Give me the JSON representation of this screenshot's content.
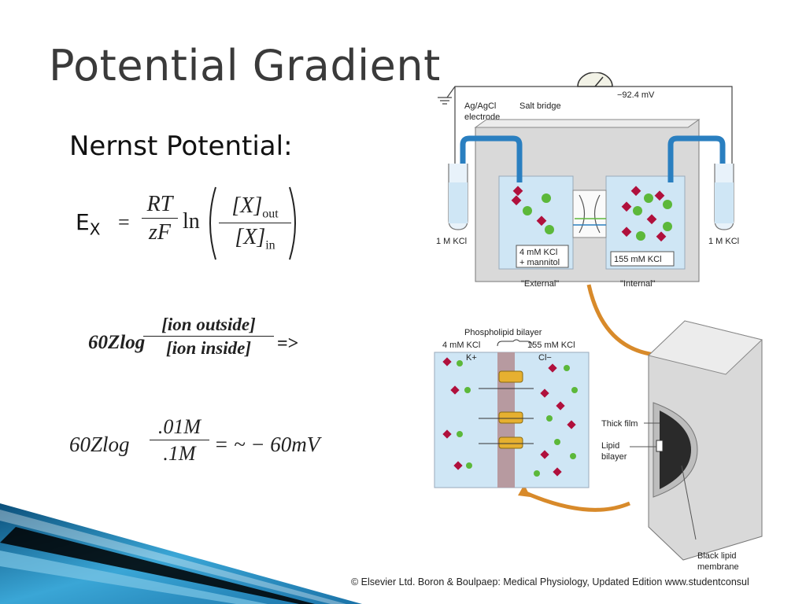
{
  "slide": {
    "title": "Potential Gradient",
    "subtitle": "Nernst Potential:",
    "copyright": "© Elsevier Ltd. Boron & Boulpaep: Medical Physiology, Updated Edition   www.studentconsul"
  },
  "nernst": {
    "e_letter": "E",
    "e_sub": "X",
    "equals": "=",
    "rt": "RT",
    "zf": "zF",
    "ln": "ln",
    "x_out": "[X]",
    "out": "out",
    "x_in": "[X]",
    "in": "in"
  },
  "eq2": {
    "prefix": "60Zlog",
    "numerator": "[ion outside]",
    "denominator": "[ion inside]",
    "arrow": "=>"
  },
  "eq3": {
    "prefix": "60Zlog",
    "numerator": ".01M",
    "denominator": ".1M",
    "result": "= ~ − 60mV"
  },
  "diagram": {
    "voltage": "−92.4 mV",
    "electrode": "Ag/AgCl",
    "electrode2": "electrode",
    "salt_bridge": "Salt bridge",
    "left_kcl": "1 M KCl",
    "right_kcl": "1 M KCl",
    "external_conc1": "4 mM KCl",
    "external_conc2": "+ mannitol",
    "internal_conc": "155 mM KCl",
    "external_label": "\"External\"",
    "internal_label": "\"Internal\"",
    "k_ion": "K+",
    "cl_ion": "Cl−",
    "bilayer_title": "Phospholipid bilayer",
    "bilayer_left": "4 mM KCl",
    "bilayer_right": "155 mM KCl",
    "bilayer_k": "K+",
    "bilayer_cl": "Cl−",
    "thick_film": "Thick film",
    "lipid1": "Lipid",
    "lipid2": "bilayer",
    "black1": "Black lipid",
    "black2": "membrane"
  },
  "colors": {
    "title": "#3a3a3a",
    "water": "#cfe6f5",
    "k_ion": "#b0103c",
    "cl_ion": "#5cb83a",
    "tube": "#2a7fc0",
    "arrow": "#d88a2a",
    "banner": "#2a8fc2"
  }
}
